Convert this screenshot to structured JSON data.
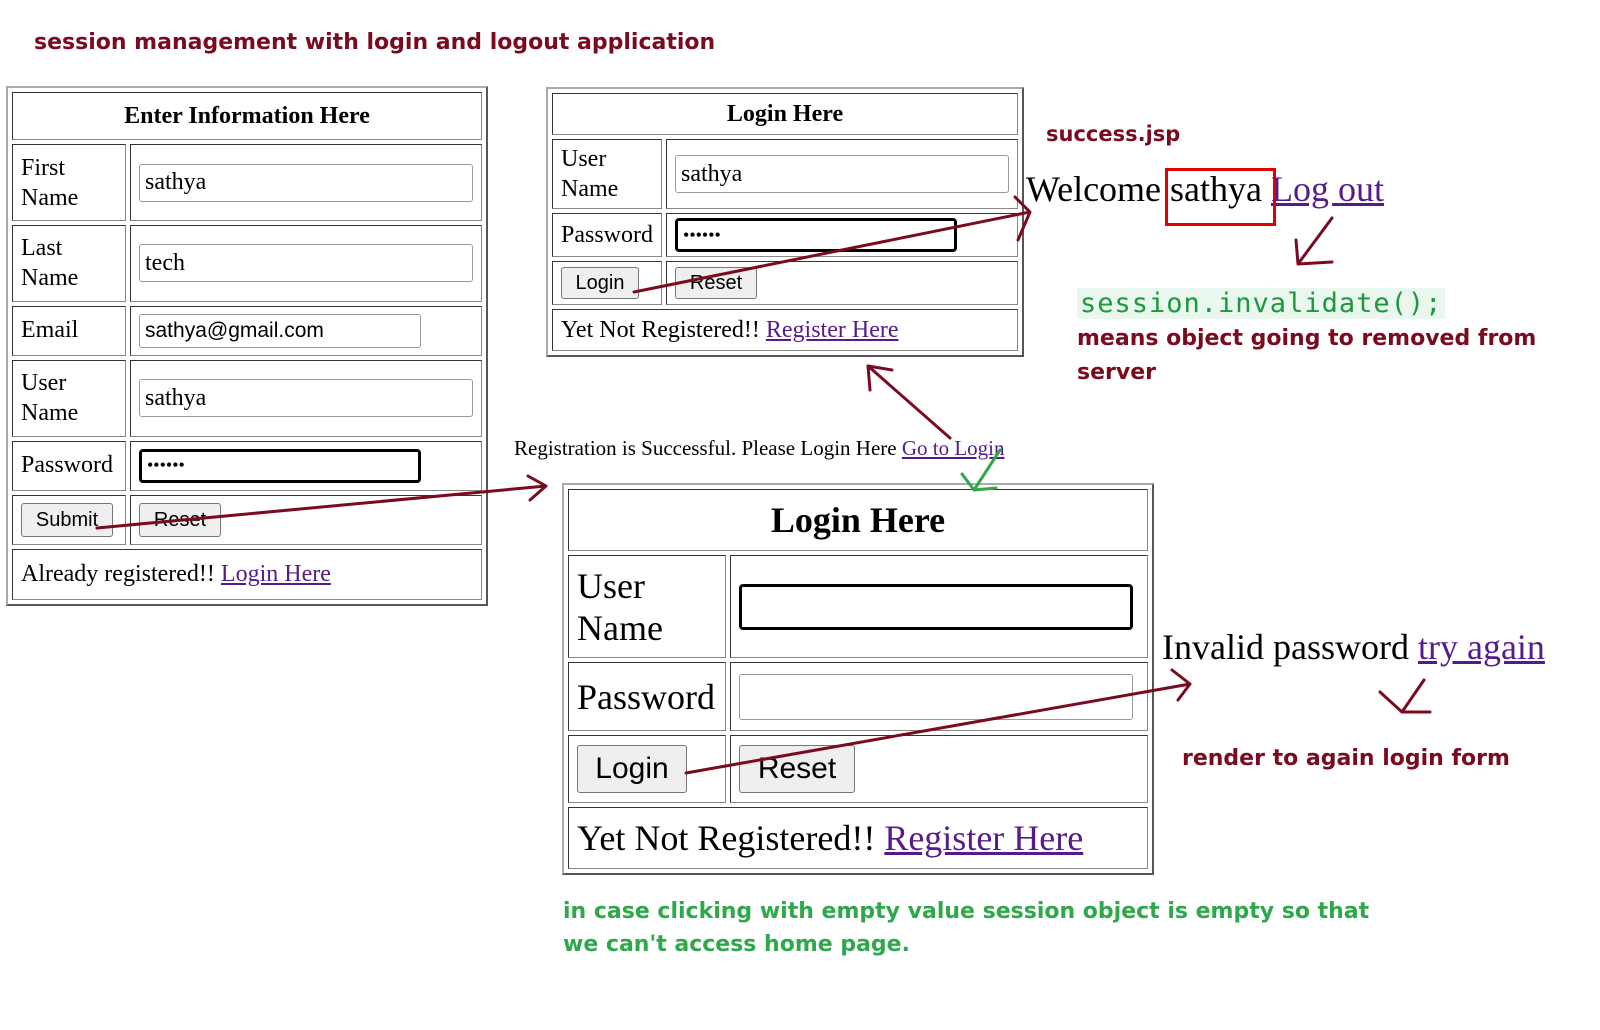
{
  "heading": "session management with login and logout application",
  "registration": {
    "title": "Enter Information Here",
    "first_name_label_1": "First",
    "first_name_label_2": "Name",
    "first_name_value": "sathya",
    "last_name_label_1": "Last",
    "last_name_label_2": "Name",
    "last_name_value": "tech",
    "email_label": "Email",
    "email_value": "sathya@gmail.com",
    "username_label_1": "User",
    "username_label_2": "Name",
    "username_value": "sathya",
    "password_label": "Password",
    "password_value": "••••••",
    "submit_label": "Submit",
    "reset_label": "Reset",
    "already_text": "Already registered!!",
    "login_link": "Login Here"
  },
  "login_top": {
    "title": "Login Here",
    "username_label_1": "User",
    "username_label_2": "Name",
    "username_value": "sathya",
    "password_label": "Password",
    "password_value": "••••••",
    "login_label": "Login",
    "reset_label": "Reset",
    "not_registered_text": "Yet Not Registered!!",
    "register_link": "Register Here"
  },
  "success": {
    "file_label": "success.jsp",
    "welcome_text": "Welcome",
    "user_name": "sathya",
    "logout_link": "Log out",
    "code": "session.invalidate();",
    "note_line1": "means object going to removed from",
    "note_line2": "server"
  },
  "registration_message": {
    "text": "Registration is Successful. Please Login Here",
    "link": "Go to Login"
  },
  "login_big": {
    "title": "Login Here",
    "username_label_1": "User",
    "username_label_2": "Name",
    "username_value": "",
    "password_label": "Password",
    "password_value": "",
    "login_label": "Login",
    "reset_label": "Reset",
    "not_registered_text": "Yet Not Registered!!",
    "register_link": "Register Here"
  },
  "invalid": {
    "text": "Invalid password",
    "link": "try again",
    "note": "render to again login form"
  },
  "bottom_note": {
    "line1": "in case clicking with empty value session object is empty so that",
    "line2": "we can't access home page."
  },
  "colors": {
    "annotation_red": "#7a0a1f",
    "annotation_green": "#2ea84a",
    "link_purple": "#551a8b",
    "highlight_box": "#e00000"
  }
}
